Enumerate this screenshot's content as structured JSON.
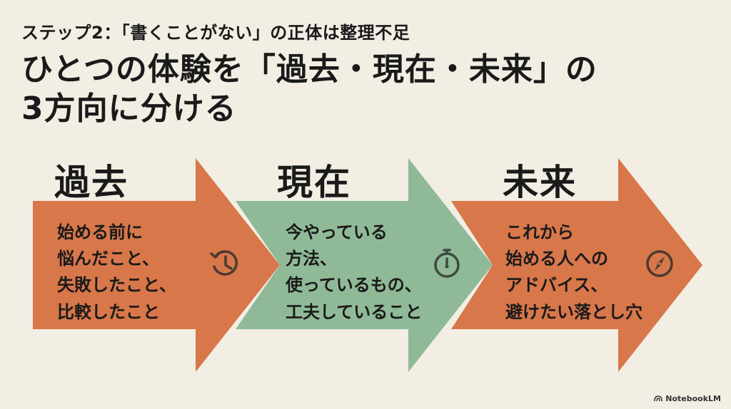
{
  "header": {
    "subtitle": "ステップ2：「書くことがない」の正体は整理不足",
    "title_lines": [
      "ひとつの体験を「過去・現在・未来」の",
      "3方向に分ける"
    ]
  },
  "steps": [
    {
      "heading": "過去",
      "lines": [
        "始める前に",
        "悩んだこと、",
        "失敗したこと、",
        "比較したこと"
      ],
      "icon": "history-clock-icon",
      "color": "#D8774A"
    },
    {
      "heading": "現在",
      "lines": [
        "今やっている",
        "方法、",
        "使っているもの、",
        "工夫していること"
      ],
      "icon": "stopwatch-icon",
      "color": "#90BA97"
    },
    {
      "heading": "未来",
      "lines": [
        "これから",
        "始める人への",
        "アドバイス、",
        "避けたい落とし穴"
      ],
      "icon": "compass-icon",
      "color": "#D8774A"
    }
  ],
  "footer": {
    "brand": "NotebookLM"
  },
  "colors": {
    "background": "#F2EEE4",
    "text": "#1A1A1A",
    "orange": "#D8774A",
    "green": "#90BA97"
  }
}
